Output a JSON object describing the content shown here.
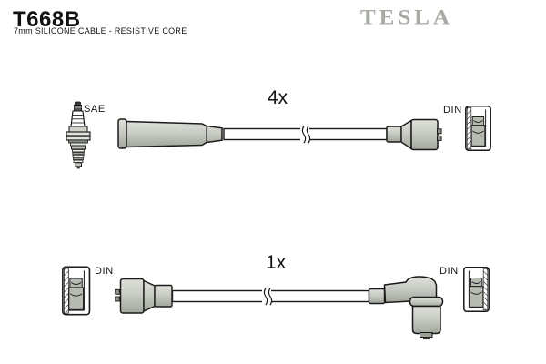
{
  "header": {
    "part_number": "T668B",
    "subtitle": "7mm SILICONE CABLE - RESISTIVE CORE",
    "brand": "TESLA"
  },
  "colors": {
    "part_fill": "#c8ccc4",
    "part_highlight": "#dde1d9",
    "part_shadow": "#a2a79d",
    "cutaway_block": "#b7bcb2",
    "outline": "#1a1a1a",
    "brand_gray": "#a6aba3"
  },
  "icons": [
    "spark-plug-icon",
    "straight-boot-icon",
    "cable-break-icon",
    "din-straight-connector-icon",
    "din-elbow-connector-icon",
    "din-socket-cutaway-icon"
  ],
  "rows": [
    {
      "quantity": "4x",
      "left_label": "SAE",
      "right_label": "DIN"
    },
    {
      "quantity": "1x",
      "left_label": "DIN",
      "right_label": "DIN"
    }
  ]
}
